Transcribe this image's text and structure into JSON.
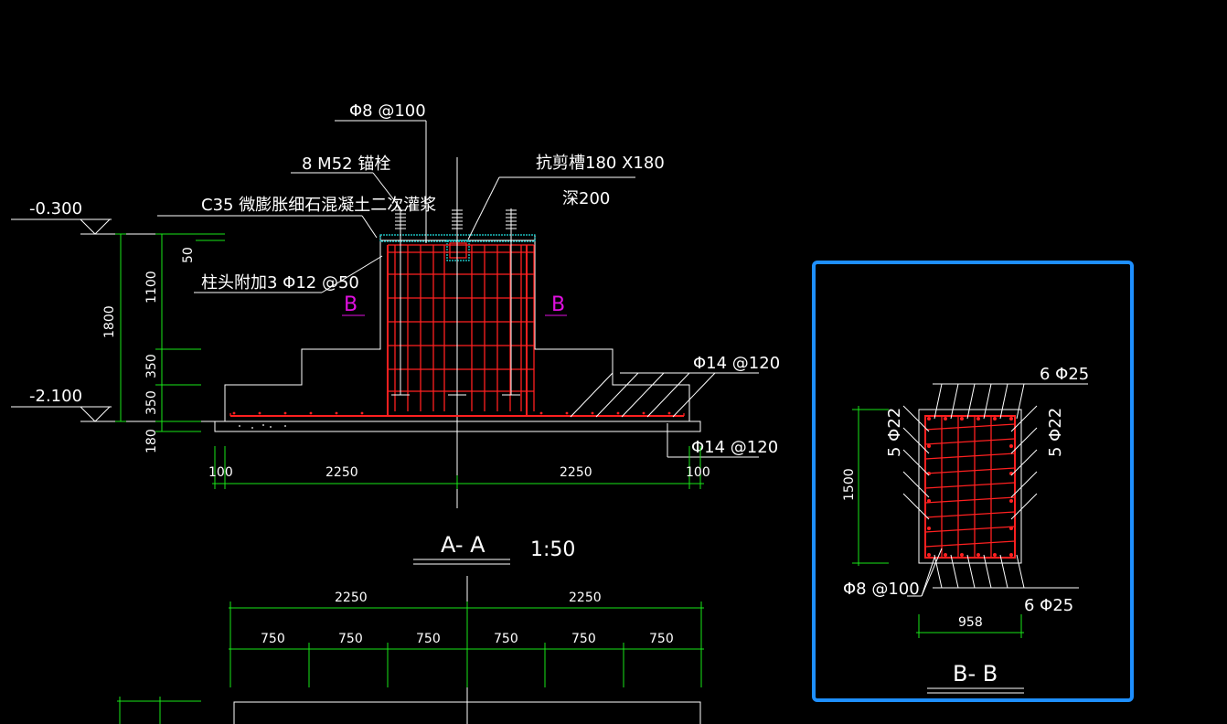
{
  "colors": {
    "background": "#000000",
    "line": "#ffffff",
    "dimension": "#19e619",
    "rebar": "#ff2020",
    "grout": "#20e0e0",
    "section_mark": "#e010e0",
    "selection_frame": "#1e8fff"
  },
  "section_aa": {
    "title": "A- A",
    "scale": "1:50",
    "elev_top": "-0.300",
    "elev_bottom": "-2.100",
    "callout_stirrup": "Φ8 @100",
    "callout_bolts": "8 M52 锚栓",
    "callout_grout": "C35 微膨胀细石混凝土二次灌浆",
    "callout_shear_key": "抗剪槽180 X180",
    "callout_shear_depth": "深200",
    "callout_column_head": "柱头附加3 Φ12 @50",
    "callout_bar_top": "Φ14 @120",
    "callout_bar_bottom": "Φ14 @120",
    "section_mark_left": "B",
    "section_mark_right": "B",
    "dim_total_height": "1800",
    "dim_1100": "1100",
    "dim_50": "50",
    "dim_350_upper": "350",
    "dim_350_lower": "350",
    "dim_180": "180",
    "dim_100_left": "100",
    "dim_2250_left": "2250",
    "dim_2250_right": "2250",
    "dim_100_right": "100"
  },
  "plan": {
    "dim_top_left": "2250",
    "dim_top_right": "2250",
    "dim_750": [
      "750",
      "750",
      "750",
      "750",
      "750",
      "750"
    ]
  },
  "section_bb": {
    "title": "B- B",
    "top_bars": "6 Φ25",
    "bottom_bars": "6 Φ25",
    "left_bars": "5 Φ22",
    "right_bars": "5 Φ22",
    "stirrup": "Φ8 @100",
    "dim_height": "1500",
    "dim_width": "958"
  }
}
